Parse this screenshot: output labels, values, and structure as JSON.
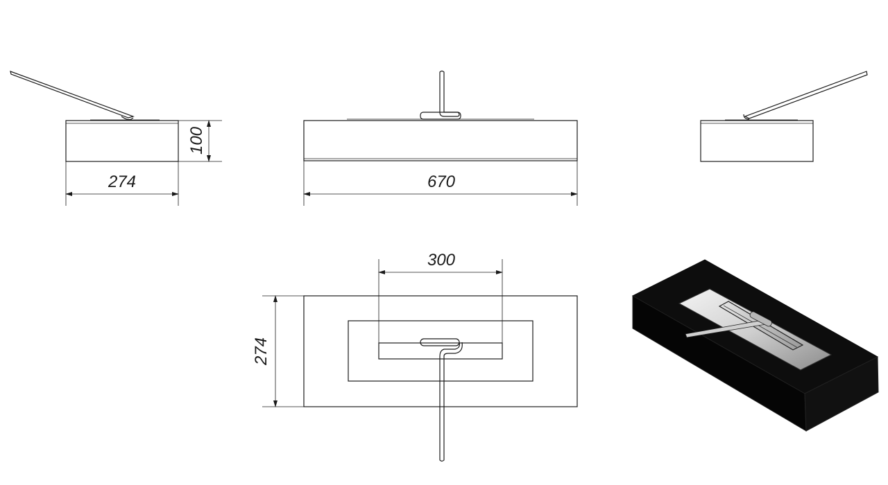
{
  "dimensions": {
    "side_depth": "274",
    "side_height": "100",
    "front_width": "670",
    "top_burner_width": "300",
    "top_depth": "274"
  },
  "colors": {
    "line": "#1a1a1a",
    "body_black": "#0d0d0d",
    "steel": "#c8c8c8"
  }
}
